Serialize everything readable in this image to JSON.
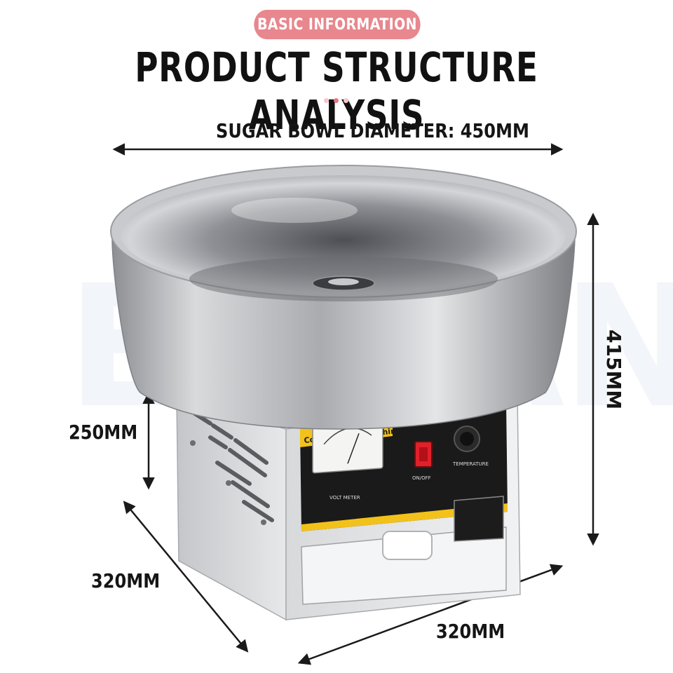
{
  "header": {
    "badge": "BASIC INFORMATION",
    "title": "PRODUCT STRUCTURE ANALYSIS"
  },
  "watermark": "EXUAN",
  "dimensions": {
    "bowl_diameter": "SUGAR BOWL DIAMETER: 450MM",
    "total_height": "415MM",
    "base_height": "250MM",
    "depth": "320MM",
    "width": "320MM"
  },
  "machine_panel": {
    "brand_strip": "Cotton Candy Machine",
    "meter_caption": "VOLT METER",
    "switch_label": "ON/OFF",
    "knob_label": "TEMPERATURE"
  },
  "colors": {
    "badge": "#e8878e",
    "panel": "#1a1a1a",
    "strip": "#f2c21b",
    "switch": "#e0202a"
  }
}
